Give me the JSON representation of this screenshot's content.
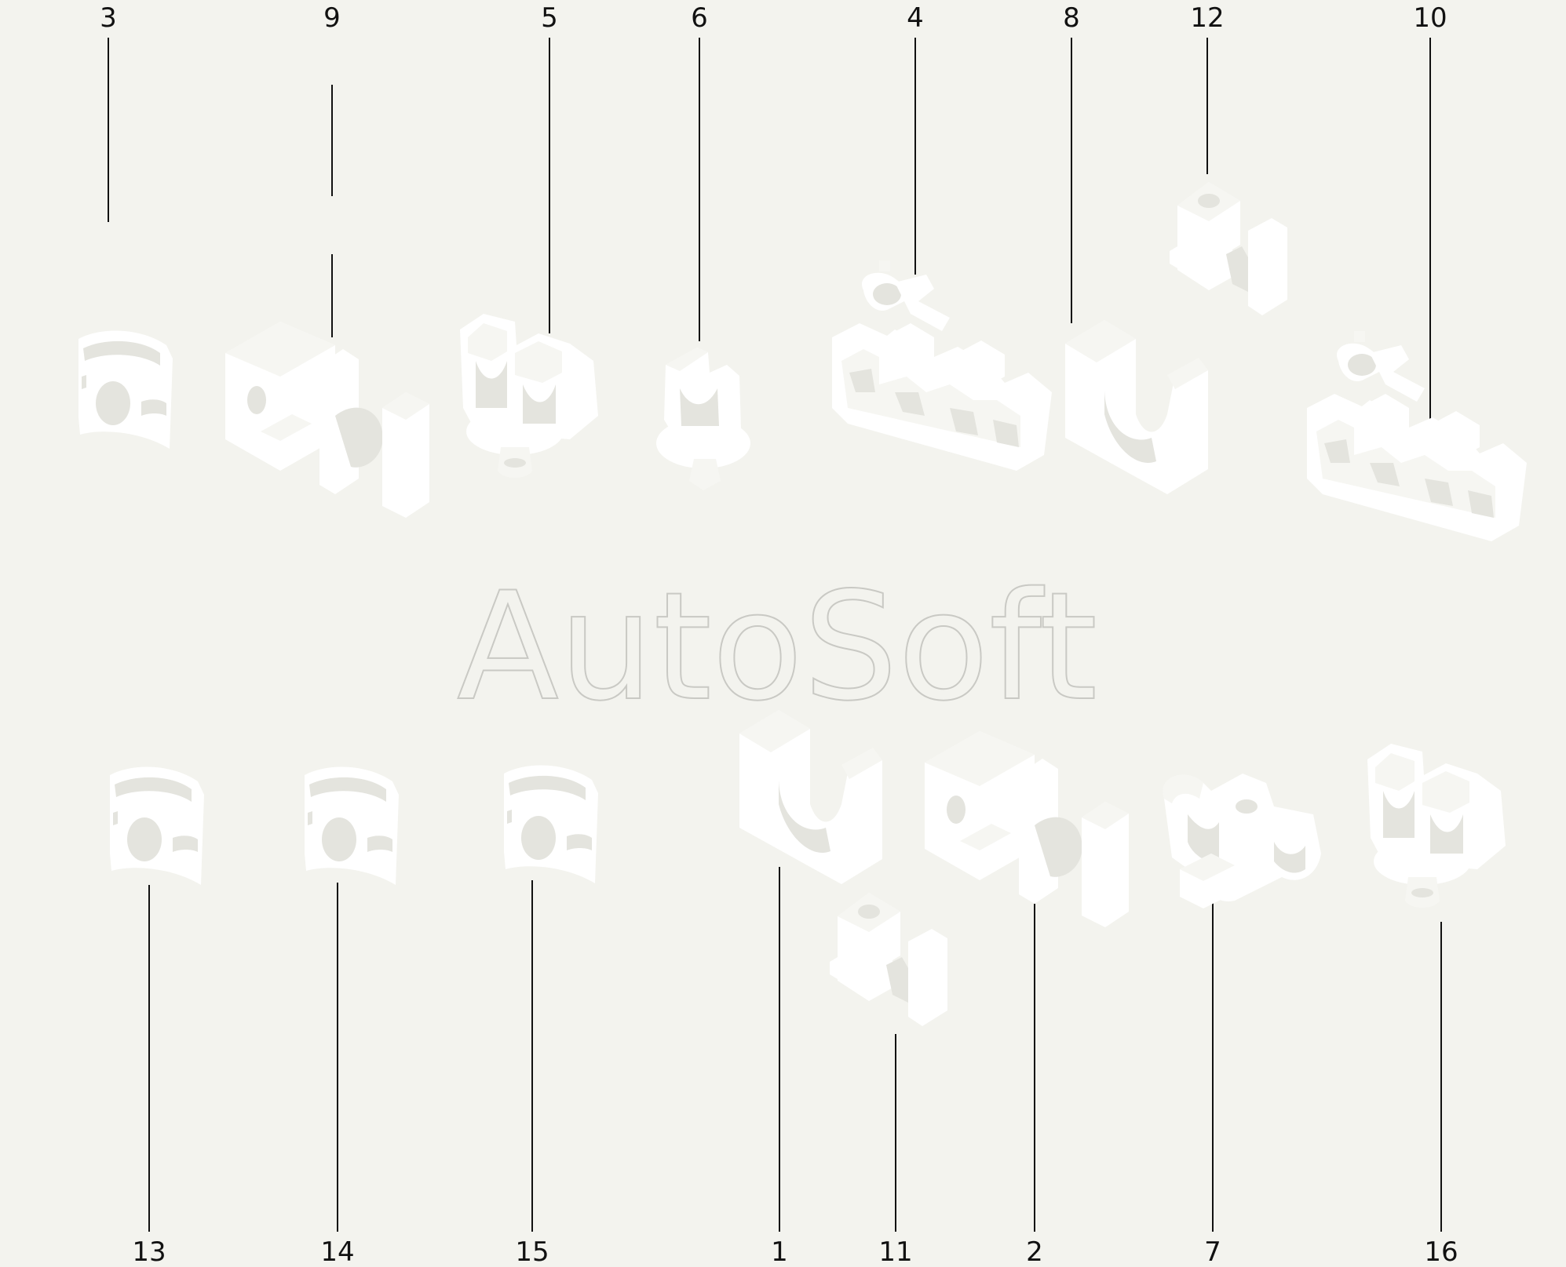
{
  "watermark": "AutoSoft",
  "callouts": {
    "c1": "1",
    "c2": "2",
    "c3": "3",
    "c4": "4",
    "c5": "5",
    "c6": "6",
    "c7": "7",
    "c8": "8",
    "c9": "9",
    "c10": "10",
    "c11": "11",
    "c12": "12",
    "c13": "13",
    "c14": "14",
    "c15": "15",
    "c16": "16"
  },
  "icons": {
    "spring-clip": "sheet-metal spring clip",
    "block-holder": "rectangular block holder with round hole",
    "double-pipe-clip": "double pipe clip with push pin",
    "single-pipe-clip": "single pipe clip with push pin",
    "multi-pipe-holder": "three-way pipe holder with ring",
    "v-notch-block": "V-notch block clip",
    "small-block-clip": "small block clip with hole"
  }
}
